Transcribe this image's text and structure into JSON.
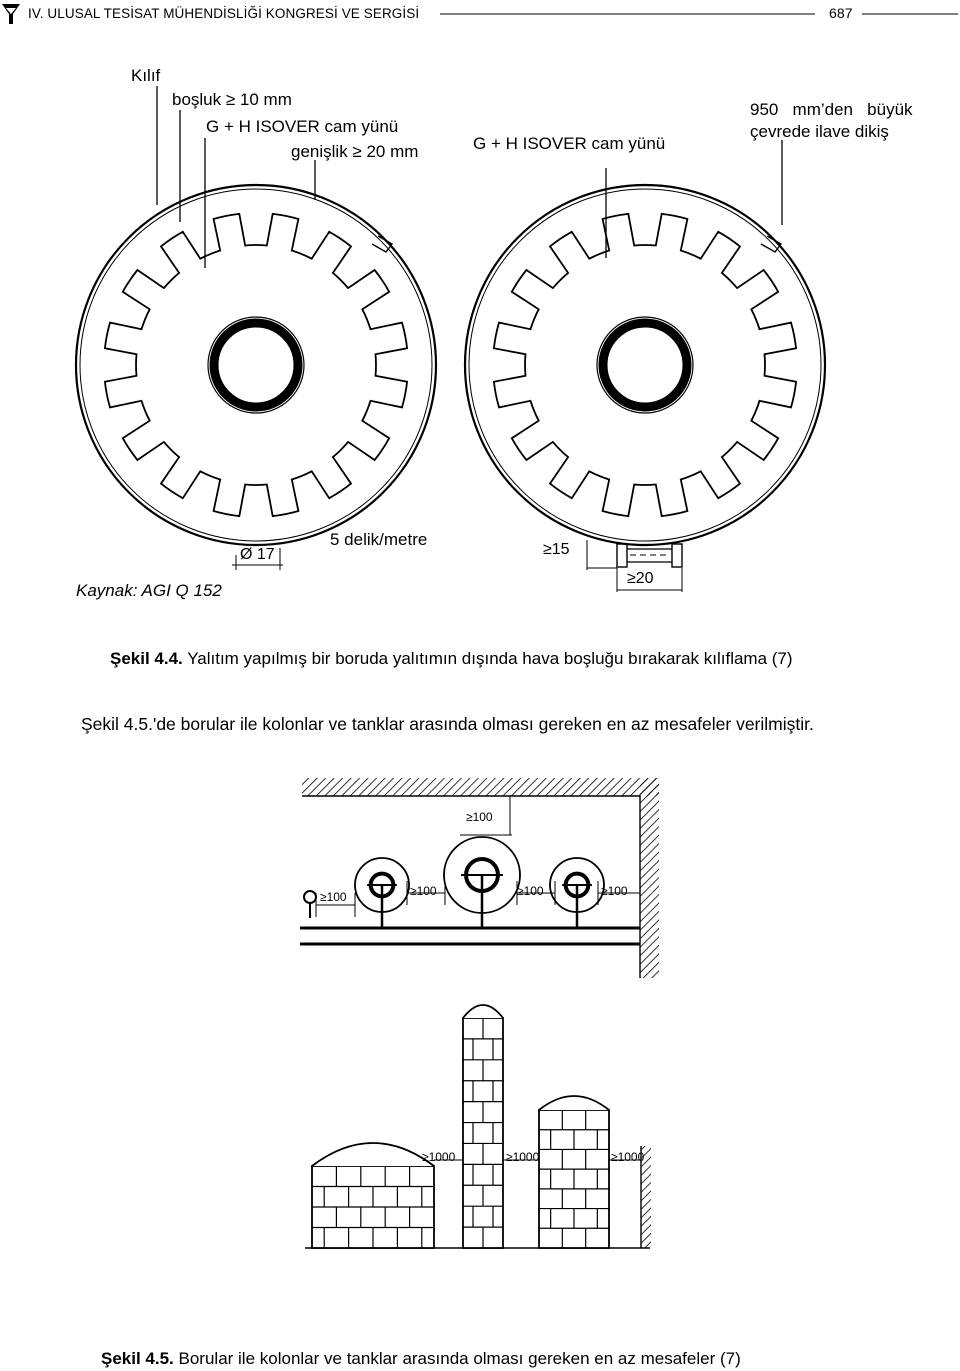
{
  "header": {
    "title": "IV. ULUSAL TESİSAT MÜHENDİSLİĞİ KONGRESİ VE SERGİSİ",
    "page_number": "687"
  },
  "figure44": {
    "labels": {
      "kilif": "Kılıf",
      "bosluk": "boşluk ≥ 10 mm",
      "isover_left": "G + H ISOVER cam yünü",
      "genislik": "genişlik ≥ 20 mm",
      "isover_right": "G + H ISOVER cam yünü",
      "dikis_line1": "950   mm’den   büyük",
      "dikis_line2": "çevrede ilave dikiş",
      "diameter": "Ø 17",
      "delik": "5 delik/metre",
      "dim15": "≥15",
      "dim20": "≥20",
      "source": "Kaynak: AGI Q 152"
    },
    "caption_bold": "Şekil 4.4.",
    "caption_text": " Yalıtım yapılmış bir boruda yalıtımın dışında hava boşluğu bırakarak kılıflama (7)"
  },
  "body_text": "Şekil 4.5.'de borular ile kolonlar ve tanklar arasında olması gereken en az mesafeler verilmiştir.",
  "figure45": {
    "top_labels": {
      "ceiling": "≥100",
      "wall_left": "≥100",
      "gap1": "≥100",
      "gap2": "≥100",
      "gap3": "≥100"
    },
    "bottom_labels": {
      "gap1": "≥1000",
      "gap2": "≥1000",
      "gap3": "≥1000"
    },
    "caption_bold": "Şekil 4.5.",
    "caption_text": " Borular ile kolonlar ve tanklar arasında olması gereken en az mesafeler (7)"
  }
}
